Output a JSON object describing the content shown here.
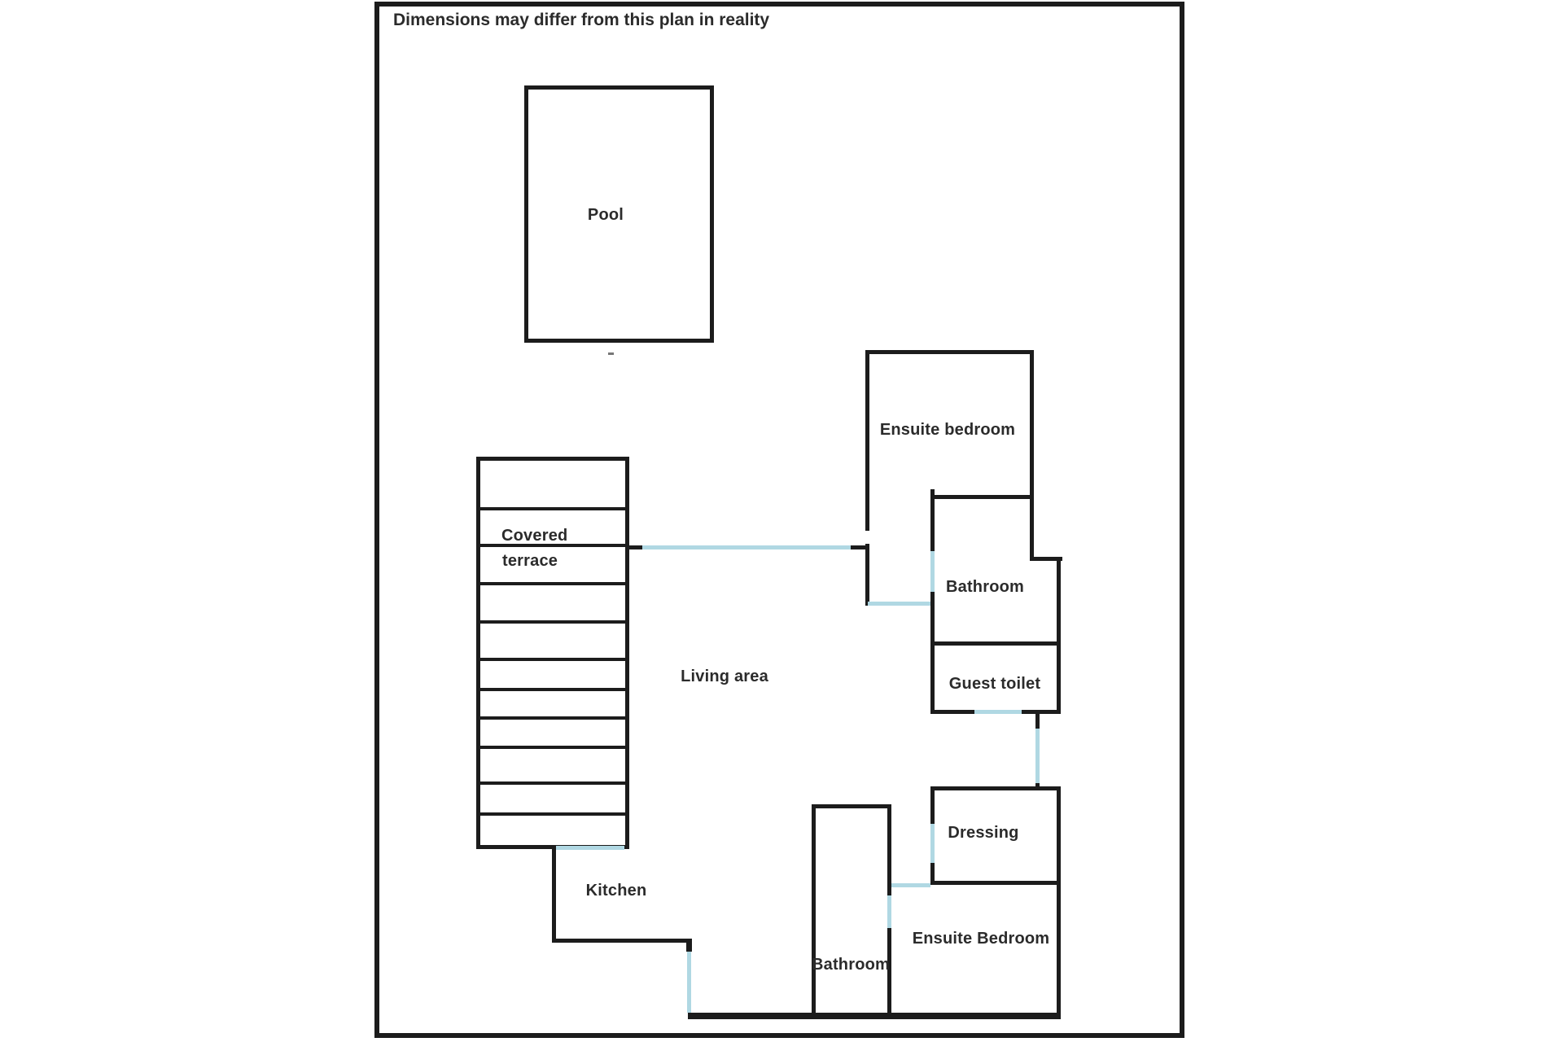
{
  "colors": {
    "wall": "#1c1c1c",
    "door": "#b0d8e3",
    "text": "#2b2b2b",
    "background": "#ffffff"
  },
  "disclaimer": "Dimensions may differ from this plan in reality",
  "labels": {
    "pool": "Pool",
    "covered_line1": "Covered",
    "covered_line2": "terrace",
    "ensuite_top": "Ensuite bedroom",
    "bathroom_top": "Bathroom",
    "guest_toilet": "Guest toilet",
    "living": "Living area",
    "dressing": "Dressing",
    "ensuite_bottom": "Ensuite Bedroom",
    "bathroom_bottom": "Bathroom",
    "kitchen": "Kitchen"
  }
}
